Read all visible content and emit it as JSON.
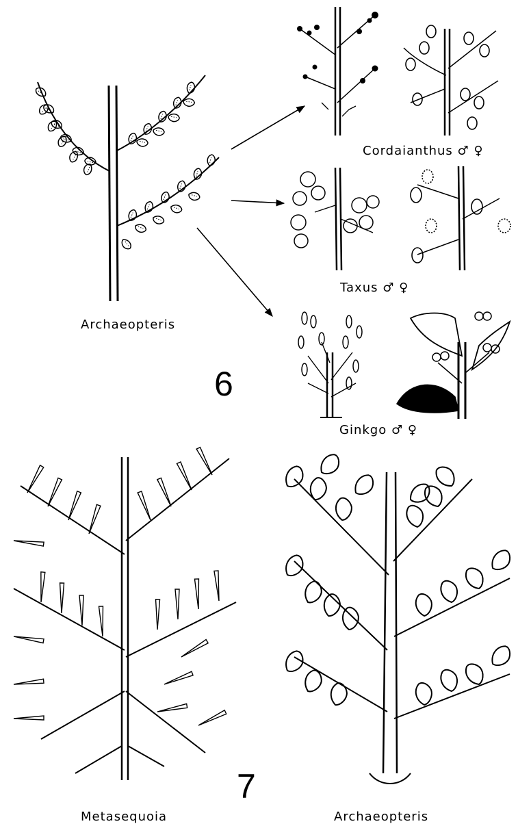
{
  "figure6": {
    "number": "6",
    "source_label": "Archaeopteris",
    "targets": [
      {
        "name": "Cordaianthus",
        "sexes": "♂ ♀"
      },
      {
        "name": "Taxus",
        "sexes": "♂ ♀"
      },
      {
        "name": "Ginkgo",
        "sexes": "♂ ♀"
      }
    ]
  },
  "figure7": {
    "number": "7",
    "left_label": "Metasequoia",
    "right_label": "Archaeopteris"
  },
  "colors": {
    "ink": "#000000",
    "paper": "#ffffff"
  }
}
